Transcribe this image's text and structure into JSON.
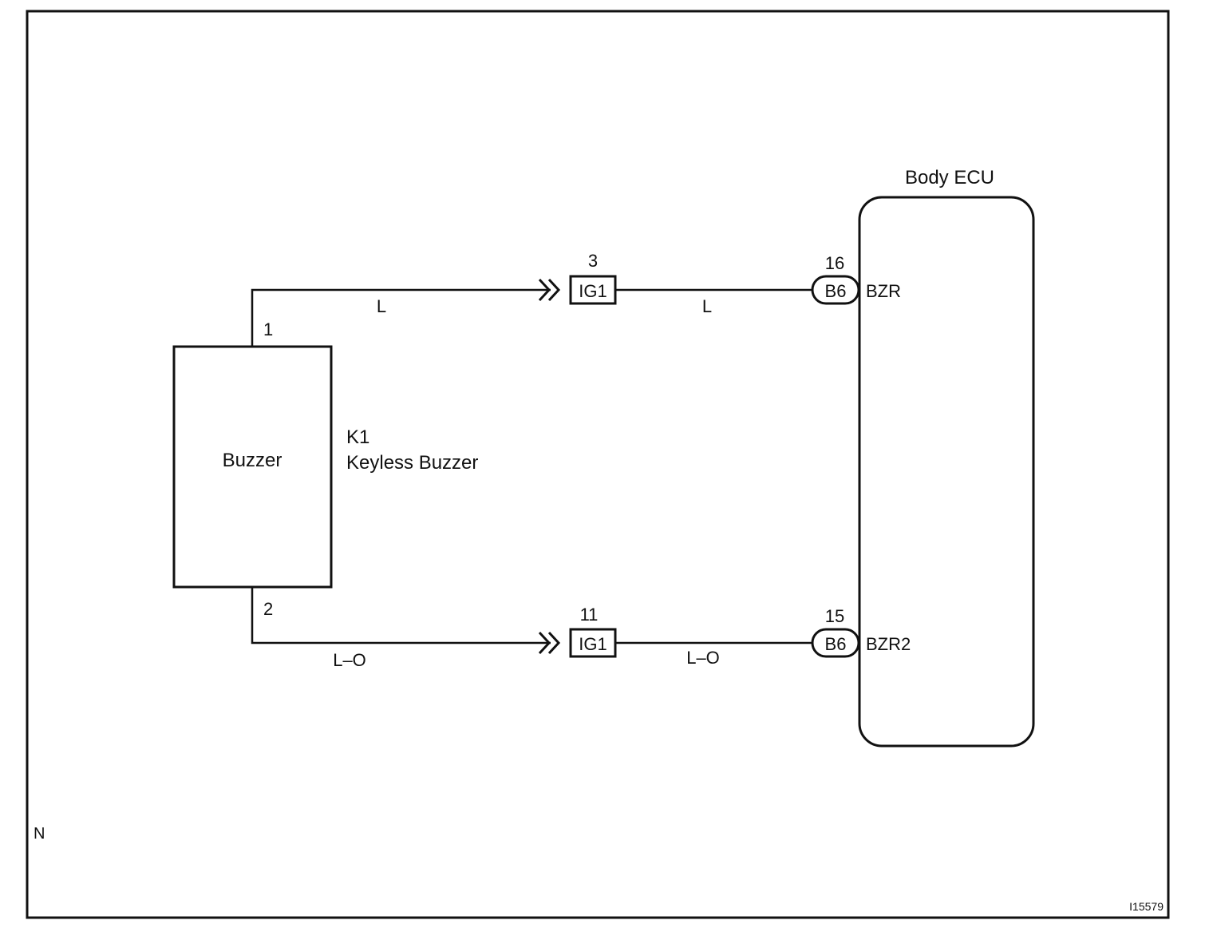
{
  "component": {
    "box_label": "Buzzer",
    "code": "K1",
    "name": "Keyless Buzzer",
    "pin_top": "1",
    "pin_bottom": "2"
  },
  "ecu": {
    "label": "Body ECU",
    "terminal_top": "BZR",
    "terminal_bottom": "BZR2"
  },
  "wires": {
    "top_left_color": "L",
    "top_right_color": "L",
    "bottom_left_color": "L–O",
    "bottom_right_color": "L–O"
  },
  "junctions": {
    "top_number": "3",
    "top_connector": "IG1",
    "bottom_number": "11",
    "bottom_connector": "IG1"
  },
  "ecu_connectors": {
    "top_pin": "16",
    "top_connector": "B6",
    "bottom_pin": "15",
    "bottom_connector": "B6"
  },
  "corner_mark": "N",
  "figure_id": "I15579"
}
